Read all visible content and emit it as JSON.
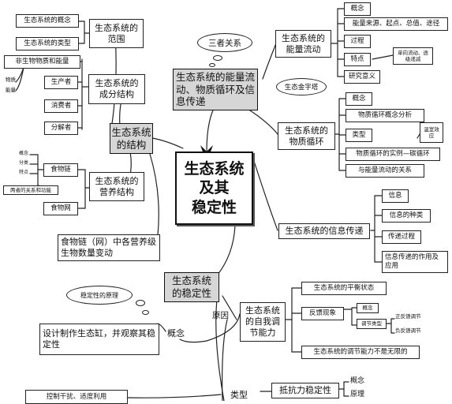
{
  "center": {
    "line1": "生态系统",
    "line2": "及其",
    "line3": "稳定性"
  },
  "structure": {
    "title": "生态系统的结构",
    "scope": {
      "title": "生态系统的范围",
      "items": [
        "生态系统的概念",
        "生态系统的类型"
      ]
    },
    "components": {
      "title": "生态系统的成分结构",
      "items": [
        "非生物物质和能量",
        "生产者",
        "消费者",
        "分解者"
      ],
      "sub": [
        "物质",
        "能量"
      ]
    },
    "trophic": {
      "title": "生态系统的营养结构",
      "food_chain": "食物链",
      "food_web": "食物网",
      "chain_sub": [
        "概念",
        "分类",
        "特点"
      ],
      "relation": "两者的关系和功能"
    },
    "change": "食物链（网）中各营养级生物数量变动"
  },
  "functions": {
    "title": "生态系统的能量流动、物质循环及信息传递",
    "cloud": "三者关系",
    "pyramid": "生态金字塔",
    "energy": {
      "title": "生态系统的能量流动",
      "items": [
        "概念",
        "能量来源、起点、总值、途径",
        "过程",
        "特点",
        "研究意义"
      ],
      "features": "单向流动、逐级递减"
    },
    "matter": {
      "title": "生态系统的物质循环",
      "items": [
        "概念",
        "物质循环概念分析",
        "类型",
        "物质循环的实例—碳循环",
        "与能量流动的关系"
      ],
      "greenhouse": "温室效应"
    },
    "info": {
      "title": "生态系统的信息传递",
      "items": [
        "信息",
        "信息的种类",
        "传递过程",
        "信息传递的作用及应用"
      ]
    }
  },
  "stability": {
    "title": "生态系统的稳定性",
    "cloud": "稳定性的原理",
    "cause_label": "原因",
    "concept_label": "概念",
    "type_label": "类型",
    "experiment": "设计制作生态缸，并观察其稳定性",
    "regulation": {
      "title": "生态系统的自我调节能力",
      "items": [
        "生态系统的平衡状态",
        "反馈现象",
        "生态系统的调节能力不是无限的"
      ],
      "feedback": [
        "概念",
        "调节类型"
      ],
      "types": [
        "正反馈调节",
        "负反馈调节"
      ]
    },
    "resistance": {
      "title": "抵抗力稳定性",
      "items": [
        "概念",
        "原理"
      ]
    },
    "control": "控制干扰、适度利用"
  }
}
